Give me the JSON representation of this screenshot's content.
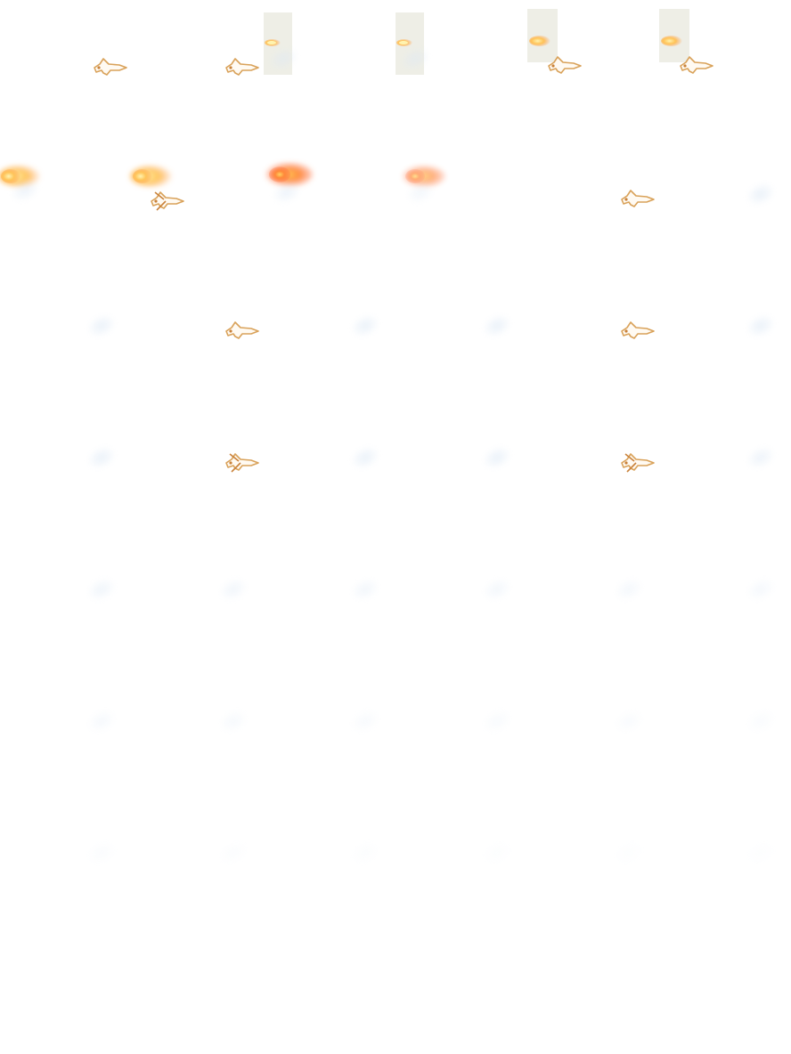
{
  "sheet": {
    "columns": 6,
    "rows": 8,
    "background": "#ffffff"
  },
  "palette": {
    "outline": "#d9a25a",
    "outline_dark": "#c9823a",
    "fill": "#fffaf2",
    "flame_core": "#fff3b0",
    "flame_mid": "#ffc55a",
    "flame_outer": "#ff9a4a",
    "smoke": "#dce8f5",
    "panel": "#eeeee6"
  },
  "frames": [
    {
      "row": 0,
      "col": 0,
      "kind": "jet",
      "opacity": 1
    },
    {
      "row": 0,
      "col": 1,
      "kind": "jet",
      "opacity": 1
    },
    {
      "row": 0,
      "col": 2,
      "kind": "panel-flame-small",
      "opacity": 1
    },
    {
      "row": 0,
      "col": 3,
      "kind": "panel-flame-small",
      "opacity": 1
    },
    {
      "row": 0,
      "col": 4,
      "kind": "panel-flame-jet",
      "opacity": 1
    },
    {
      "row": 0,
      "col": 5,
      "kind": "panel-flame-jet",
      "opacity": 1
    },
    {
      "row": 1,
      "col": 0,
      "kind": "fireball",
      "opacity": 1
    },
    {
      "row": 1,
      "col": 1,
      "kind": "fireball-jet",
      "opacity": 1
    },
    {
      "row": 1,
      "col": 2,
      "kind": "fireball-red",
      "opacity": 1
    },
    {
      "row": 1,
      "col": 3,
      "kind": "fireball-fade",
      "opacity": 0.7
    },
    {
      "row": 1,
      "col": 4,
      "kind": "jet",
      "opacity": 1
    },
    {
      "row": 1,
      "col": 5,
      "kind": "smoke",
      "opacity": 0.6
    },
    {
      "row": 2,
      "col": 0,
      "kind": "smoke",
      "opacity": 0.6
    },
    {
      "row": 2,
      "col": 1,
      "kind": "jet",
      "opacity": 1
    },
    {
      "row": 2,
      "col": 2,
      "kind": "smoke",
      "opacity": 0.6
    },
    {
      "row": 2,
      "col": 3,
      "kind": "smoke",
      "opacity": 0.6
    },
    {
      "row": 2,
      "col": 4,
      "kind": "jet",
      "opacity": 1
    },
    {
      "row": 2,
      "col": 5,
      "kind": "smoke",
      "opacity": 0.6
    },
    {
      "row": 3,
      "col": 0,
      "kind": "smoke",
      "opacity": 0.6
    },
    {
      "row": 3,
      "col": 1,
      "kind": "jet-cross",
      "opacity": 1
    },
    {
      "row": 3,
      "col": 2,
      "kind": "smoke",
      "opacity": 0.6
    },
    {
      "row": 3,
      "col": 3,
      "kind": "smoke",
      "opacity": 0.6
    },
    {
      "row": 3,
      "col": 4,
      "kind": "jet-cross",
      "opacity": 1
    },
    {
      "row": 3,
      "col": 5,
      "kind": "smoke",
      "opacity": 0.5
    },
    {
      "row": 4,
      "col": 0,
      "kind": "smoke",
      "opacity": 0.45
    },
    {
      "row": 4,
      "col": 1,
      "kind": "smoke",
      "opacity": 0.4
    },
    {
      "row": 4,
      "col": 2,
      "kind": "smoke",
      "opacity": 0.38
    },
    {
      "row": 4,
      "col": 3,
      "kind": "smoke",
      "opacity": 0.35
    },
    {
      "row": 4,
      "col": 4,
      "kind": "smoke",
      "opacity": 0.32
    },
    {
      "row": 4,
      "col": 5,
      "kind": "smoke",
      "opacity": 0.3
    },
    {
      "row": 5,
      "col": 0,
      "kind": "smoke",
      "opacity": 0.28
    },
    {
      "row": 5,
      "col": 1,
      "kind": "smoke",
      "opacity": 0.25
    },
    {
      "row": 5,
      "col": 2,
      "kind": "smoke",
      "opacity": 0.22
    },
    {
      "row": 5,
      "col": 3,
      "kind": "smoke",
      "opacity": 0.2
    },
    {
      "row": 5,
      "col": 4,
      "kind": "smoke",
      "opacity": 0.18
    },
    {
      "row": 5,
      "col": 5,
      "kind": "smoke",
      "opacity": 0.16
    },
    {
      "row": 6,
      "col": 0,
      "kind": "smoke",
      "opacity": 0.14
    },
    {
      "row": 6,
      "col": 1,
      "kind": "smoke",
      "opacity": 0.12
    },
    {
      "row": 6,
      "col": 2,
      "kind": "smoke",
      "opacity": 0.1
    },
    {
      "row": 6,
      "col": 3,
      "kind": "smoke",
      "opacity": 0.09
    },
    {
      "row": 6,
      "col": 4,
      "kind": "smoke",
      "opacity": 0.08
    },
    {
      "row": 6,
      "col": 5,
      "kind": "smoke",
      "opacity": 0.07
    }
  ]
}
